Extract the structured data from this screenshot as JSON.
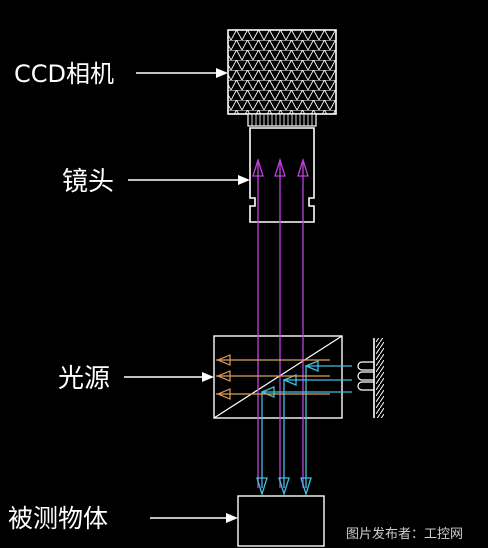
{
  "labels": {
    "ccd_camera": "CCD相机",
    "lens": "镜头",
    "light_source": "光源",
    "object": "被测物体"
  },
  "watermark": "图片发布者：工控网",
  "colors": {
    "background": "#000000",
    "lines": "#ffffff",
    "camera_ray": "#c040e0",
    "return_ray": "#40c0e0",
    "lamp_ray": "#e0a060"
  },
  "icons": {
    "camera": "ccd-camera-icon",
    "lens": "lens-icon",
    "beam_splitter": "beam-splitter-icon",
    "led_array": "led-array-icon"
  }
}
